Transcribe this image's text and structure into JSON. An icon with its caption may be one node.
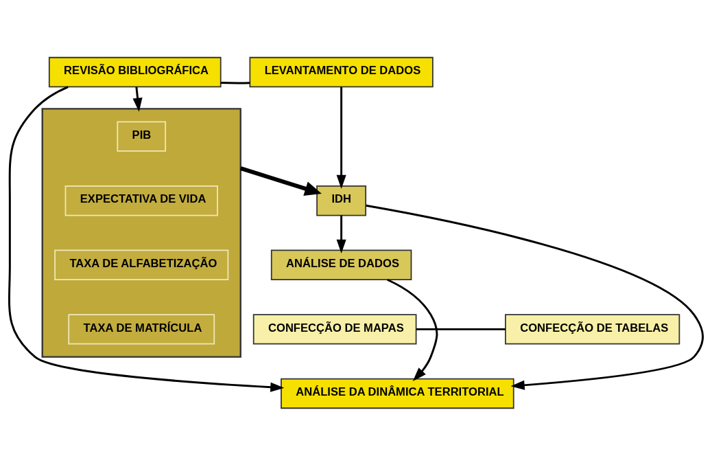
{
  "diagram": {
    "nodes": [
      {
        "text": [
          "REVISÃO BIBLIOGRÁFICA"
        ]
      },
      {
        "text": [
          "LEVANTAMENTO DE DADOS"
        ]
      },
      {
        "text": [],
        "shape": "box"
      },
      {
        "text": [
          "PIB"
        ],
        "in": 2
      },
      {
        "text": [
          "EXPECTATIVA DE VIDA"
        ],
        "in": 2
      },
      {
        "text": [
          "TAXA DE ALFABETIZAÇÃO"
        ],
        "in": 2
      },
      {
        "text": [
          "TAXA DE MATRÍCULA"
        ],
        "in": 2
      },
      {
        "text": [
          "IDH"
        ]
      },
      {
        "text": [
          "ANÁLISE DE DADOS"
        ]
      },
      {
        "text": [
          "CONFECÇÃO DE MAPAS"
        ]
      },
      {
        "text": [
          "CONFECÇÃO DE TABELAS"
        ]
      },
      {
        "text": [
          "ANÁLISE DA DINÂMICA TERRITORIAL"
        ]
      }
    ],
    "edges": [
      {
        "from": 0,
        "to": 1,
        "arrow": "none"
      },
      {
        "from": 0,
        "to": 2,
        "arrow": "to"
      },
      {
        "from": 1,
        "to": 7,
        "arrow": "to"
      },
      {
        "from": 2,
        "to": 7,
        "arrow": "to",
        "style": "thick"
      },
      {
        "from": 7,
        "to": 8,
        "arrow": "to"
      },
      {
        "from": 8,
        "to": 11,
        "arrow": "to"
      },
      {
        "from": 9,
        "to": 10,
        "arrow": "none"
      },
      {
        "from": 0,
        "to": 11,
        "arrow": "to"
      },
      {
        "from": 7,
        "to": 11,
        "arrow": "to"
      }
    ]
  }
}
